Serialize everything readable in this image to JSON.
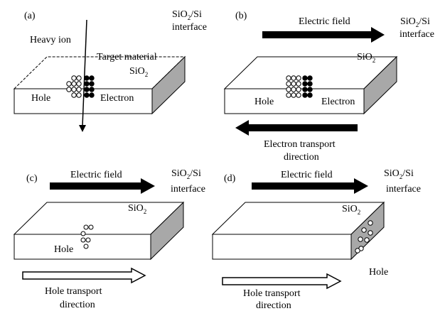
{
  "panels": [
    {
      "id": "a",
      "panel_label": "(a)",
      "interface_line1_pre": "SiO",
      "interface_line1_sub": "2",
      "interface_line1_post": "/Si",
      "interface_line2": "interface",
      "ion_label": "Heavy ion",
      "target_label": "Target material",
      "material_pre": "SiO",
      "material_sub": "2",
      "hole_label": "Hole",
      "electron_label": "Electron"
    },
    {
      "id": "b",
      "panel_label": "(b)",
      "field_label": "Electric field",
      "interface_line1_pre": "SiO",
      "interface_line1_sub": "2",
      "interface_line1_post": "/Si",
      "interface_line2": "interface",
      "material_pre": "SiO",
      "material_sub": "2",
      "hole_label": "Hole",
      "electron_label": "Electron",
      "transport_line1": "Electron transport",
      "transport_line2": "direction"
    },
    {
      "id": "c",
      "panel_label": "(c)",
      "field_label": "Electric field",
      "interface_line1_pre": "SiO",
      "interface_line1_sub": "2",
      "interface_line1_post": "/Si",
      "interface_line2": "interface",
      "material_pre": "SiO",
      "material_sub": "2",
      "hole_label": "Hole",
      "transport_line1": "Hole transport",
      "transport_line2": "direction"
    },
    {
      "id": "d",
      "panel_label": "(d)",
      "field_label": "Electric field",
      "interface_line1_pre": "SiO",
      "interface_line1_sub": "2",
      "interface_line1_post": "/Si",
      "interface_line2": "interface",
      "material_pre": "SiO",
      "material_sub": "2",
      "hole_label": "Hole",
      "transport_line1": "Hole transport",
      "transport_line2": "direction"
    }
  ],
  "colors": {
    "outline": "#000000",
    "box_front": "#ffffff",
    "box_side": "#a8a8a8",
    "electron": "#000000",
    "hole": "#ffffff"
  }
}
